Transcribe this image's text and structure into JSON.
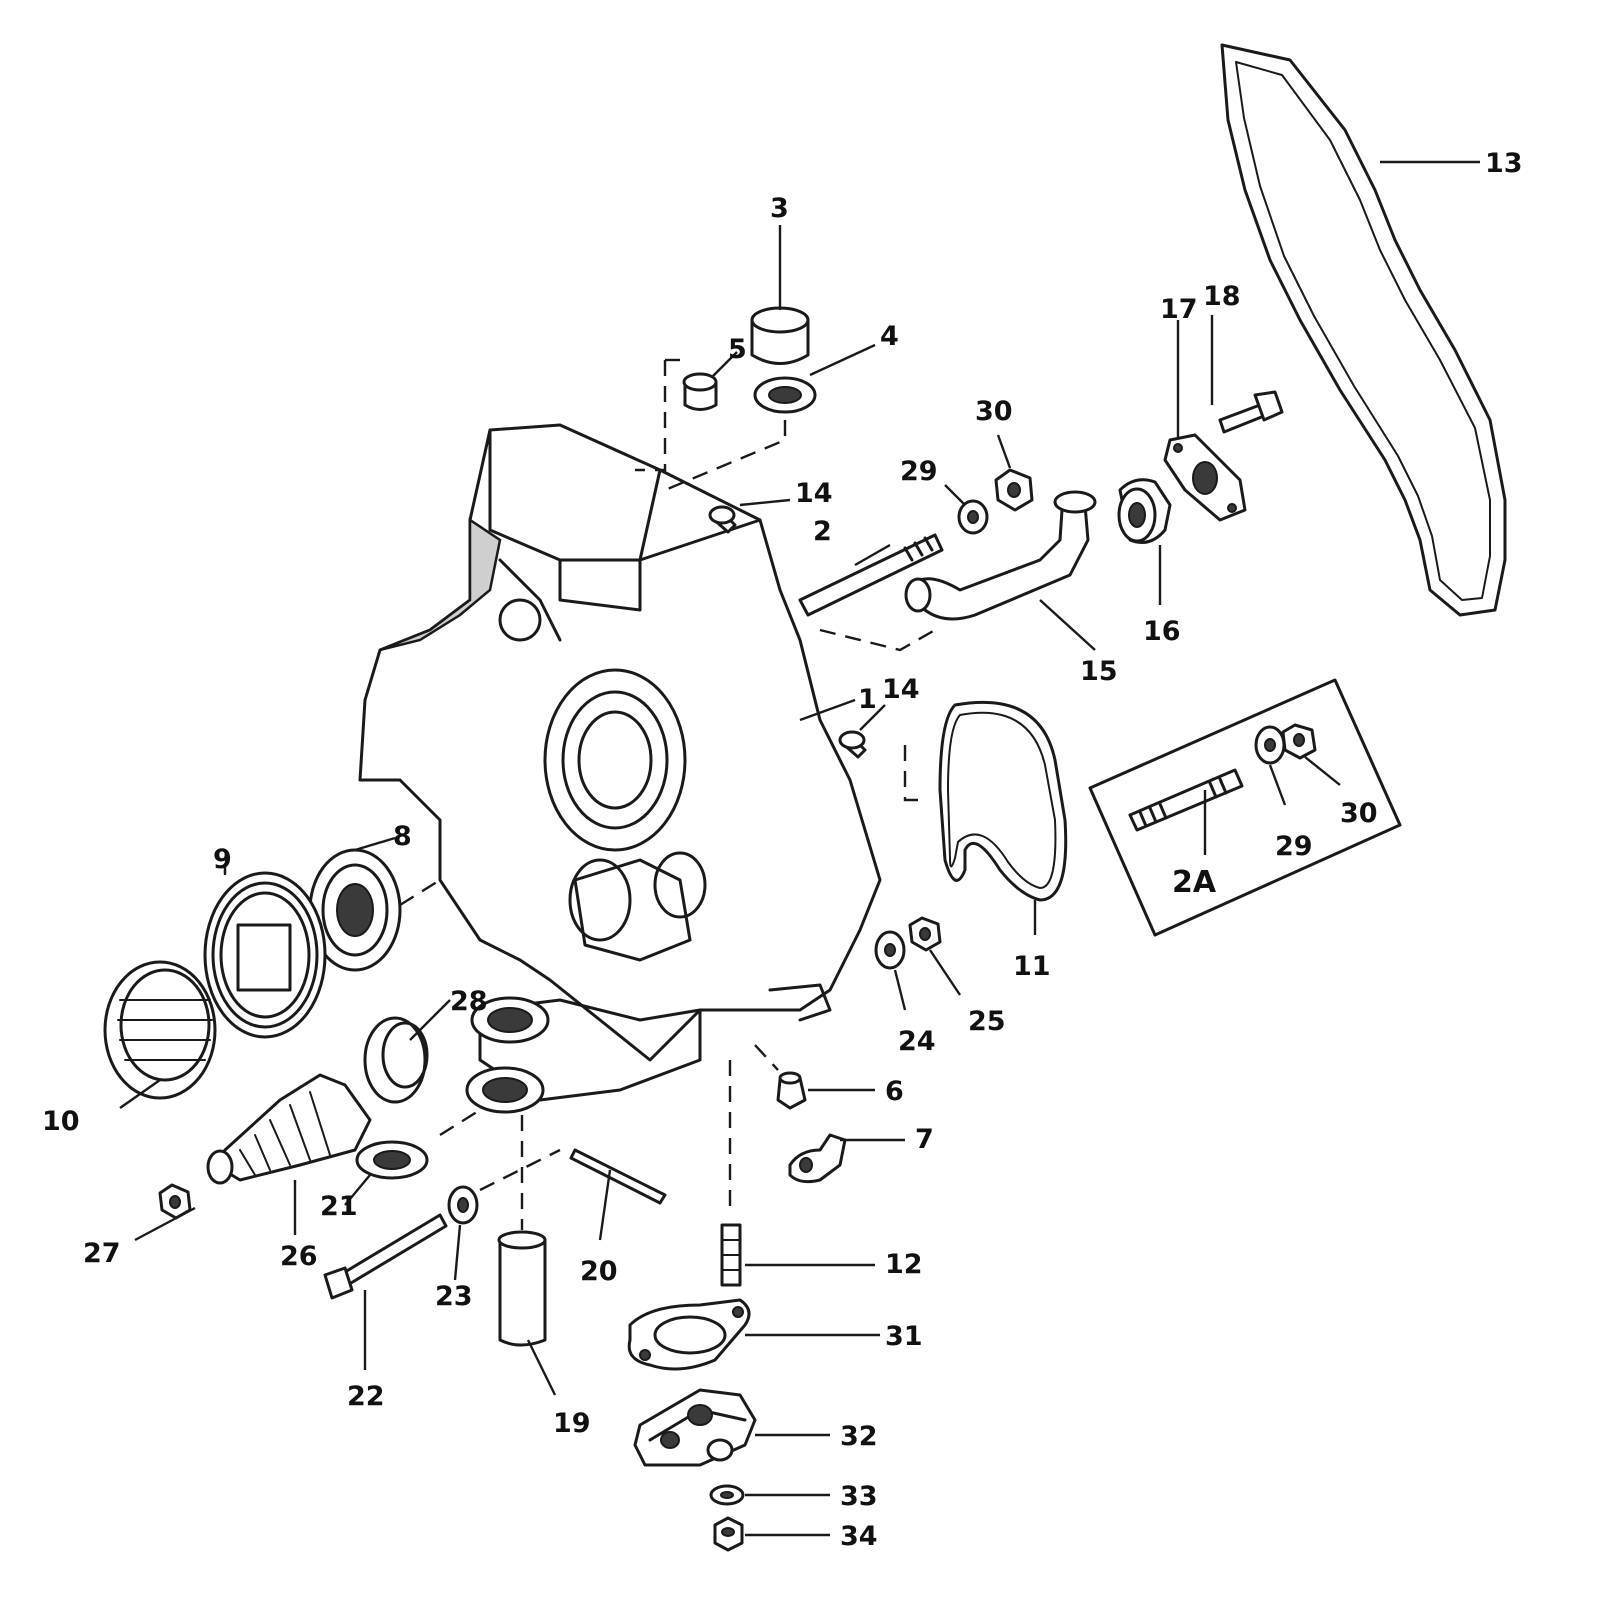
{
  "callouts": {
    "c1": "1",
    "c2": "2",
    "c2a": "2A",
    "c3": "3",
    "c4": "4",
    "c5": "5",
    "c6": "6",
    "c7": "7",
    "c8": "8",
    "c9": "9",
    "c10": "10",
    "c11": "11",
    "c12": "12",
    "c13": "13",
    "c14a": "14",
    "c14b": "14",
    "c15": "15",
    "c16": "16",
    "c17": "17",
    "c18": "18",
    "c19": "19",
    "c20": "20",
    "c21": "21",
    "c22": "22",
    "c23": "23",
    "c24": "24",
    "c25": "25",
    "c26": "26",
    "c27": "27",
    "c28": "28",
    "c29a": "29",
    "c29b": "29",
    "c30a": "30",
    "c30b": "30",
    "c31": "31",
    "c32": "32",
    "c33": "33",
    "c34": "34"
  }
}
